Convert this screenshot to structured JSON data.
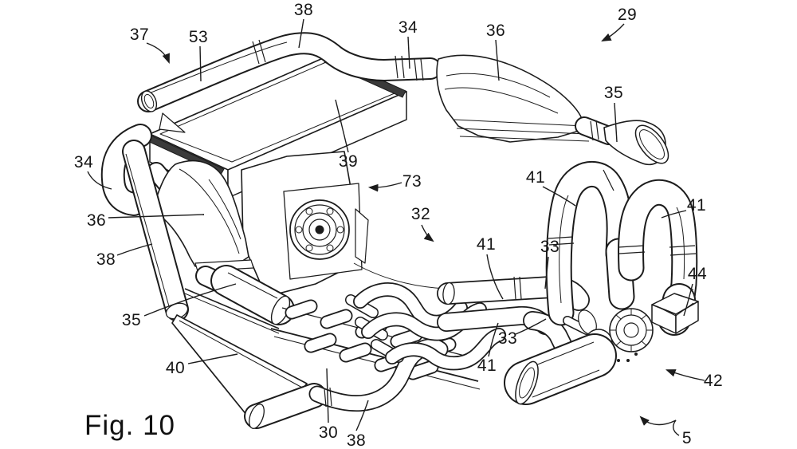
{
  "figure": {
    "caption": "Fig. 10",
    "type": "patent-line-drawing",
    "subject": "engine assembly with radiator, intake ducts, hoses and turbocharger unit"
  },
  "colors": {
    "ink": "#1c1c1c",
    "background": "#ffffff"
  },
  "labels": [
    {
      "text": "37",
      "arrow": true,
      "points_to": "upper-left-pipe-assembly"
    },
    {
      "text": "53",
      "arrow": false,
      "points_to": "top-crossover-pipe"
    },
    {
      "text": "38",
      "arrow": false,
      "points_to": "top-elbow-hose"
    },
    {
      "text": "34",
      "arrow": false,
      "points_to": "right-inlet-elbow"
    },
    {
      "text": "36",
      "arrow": false,
      "points_to": "right-air-duct"
    },
    {
      "text": "29",
      "arrow": true,
      "points_to": "overall-assembly"
    },
    {
      "text": "35",
      "arrow": false,
      "points_to": "right-outlet-nozzle"
    },
    {
      "text": "34",
      "arrow": false,
      "points_to": "left-inlet-elbow"
    },
    {
      "text": "36",
      "arrow": false,
      "points_to": "left-air-scoop"
    },
    {
      "text": "38",
      "arrow": false,
      "points_to": "left-down-pipe"
    },
    {
      "text": "35",
      "arrow": false,
      "points_to": "left-outlet-muffler"
    },
    {
      "text": "40",
      "arrow": false,
      "points_to": "lower-left-panel"
    },
    {
      "text": "39",
      "arrow": false,
      "points_to": "radiator-core"
    },
    {
      "text": "73",
      "arrow": true,
      "points_to": "engine-block"
    },
    {
      "text": "32",
      "arrow": true,
      "points_to": "hose-cluster"
    },
    {
      "text": "41",
      "arrow": false,
      "points_to": "left-u-hose"
    },
    {
      "text": "41",
      "arrow": false,
      "points_to": "right-u-hose"
    },
    {
      "text": "33",
      "arrow": false,
      "points_to": "upper-charge-pipe"
    },
    {
      "text": "44",
      "arrow": false,
      "points_to": "mounting-bracket"
    },
    {
      "text": "41",
      "arrow": false,
      "points_to": "middle-hose"
    },
    {
      "text": "33",
      "arrow": false,
      "points_to": "lower-charge-pipe-elbow"
    },
    {
      "text": "41",
      "arrow": false,
      "points_to": "lower-hose"
    },
    {
      "text": "42",
      "arrow": true,
      "points_to": "turbocharger-unit"
    },
    {
      "text": "5",
      "arrow": true,
      "points_to": "lower-right-area"
    },
    {
      "text": "30",
      "arrow": false,
      "points_to": "finned-exhaust-manifold"
    },
    {
      "text": "38",
      "arrow": false,
      "points_to": "bottom-hose"
    }
  ]
}
